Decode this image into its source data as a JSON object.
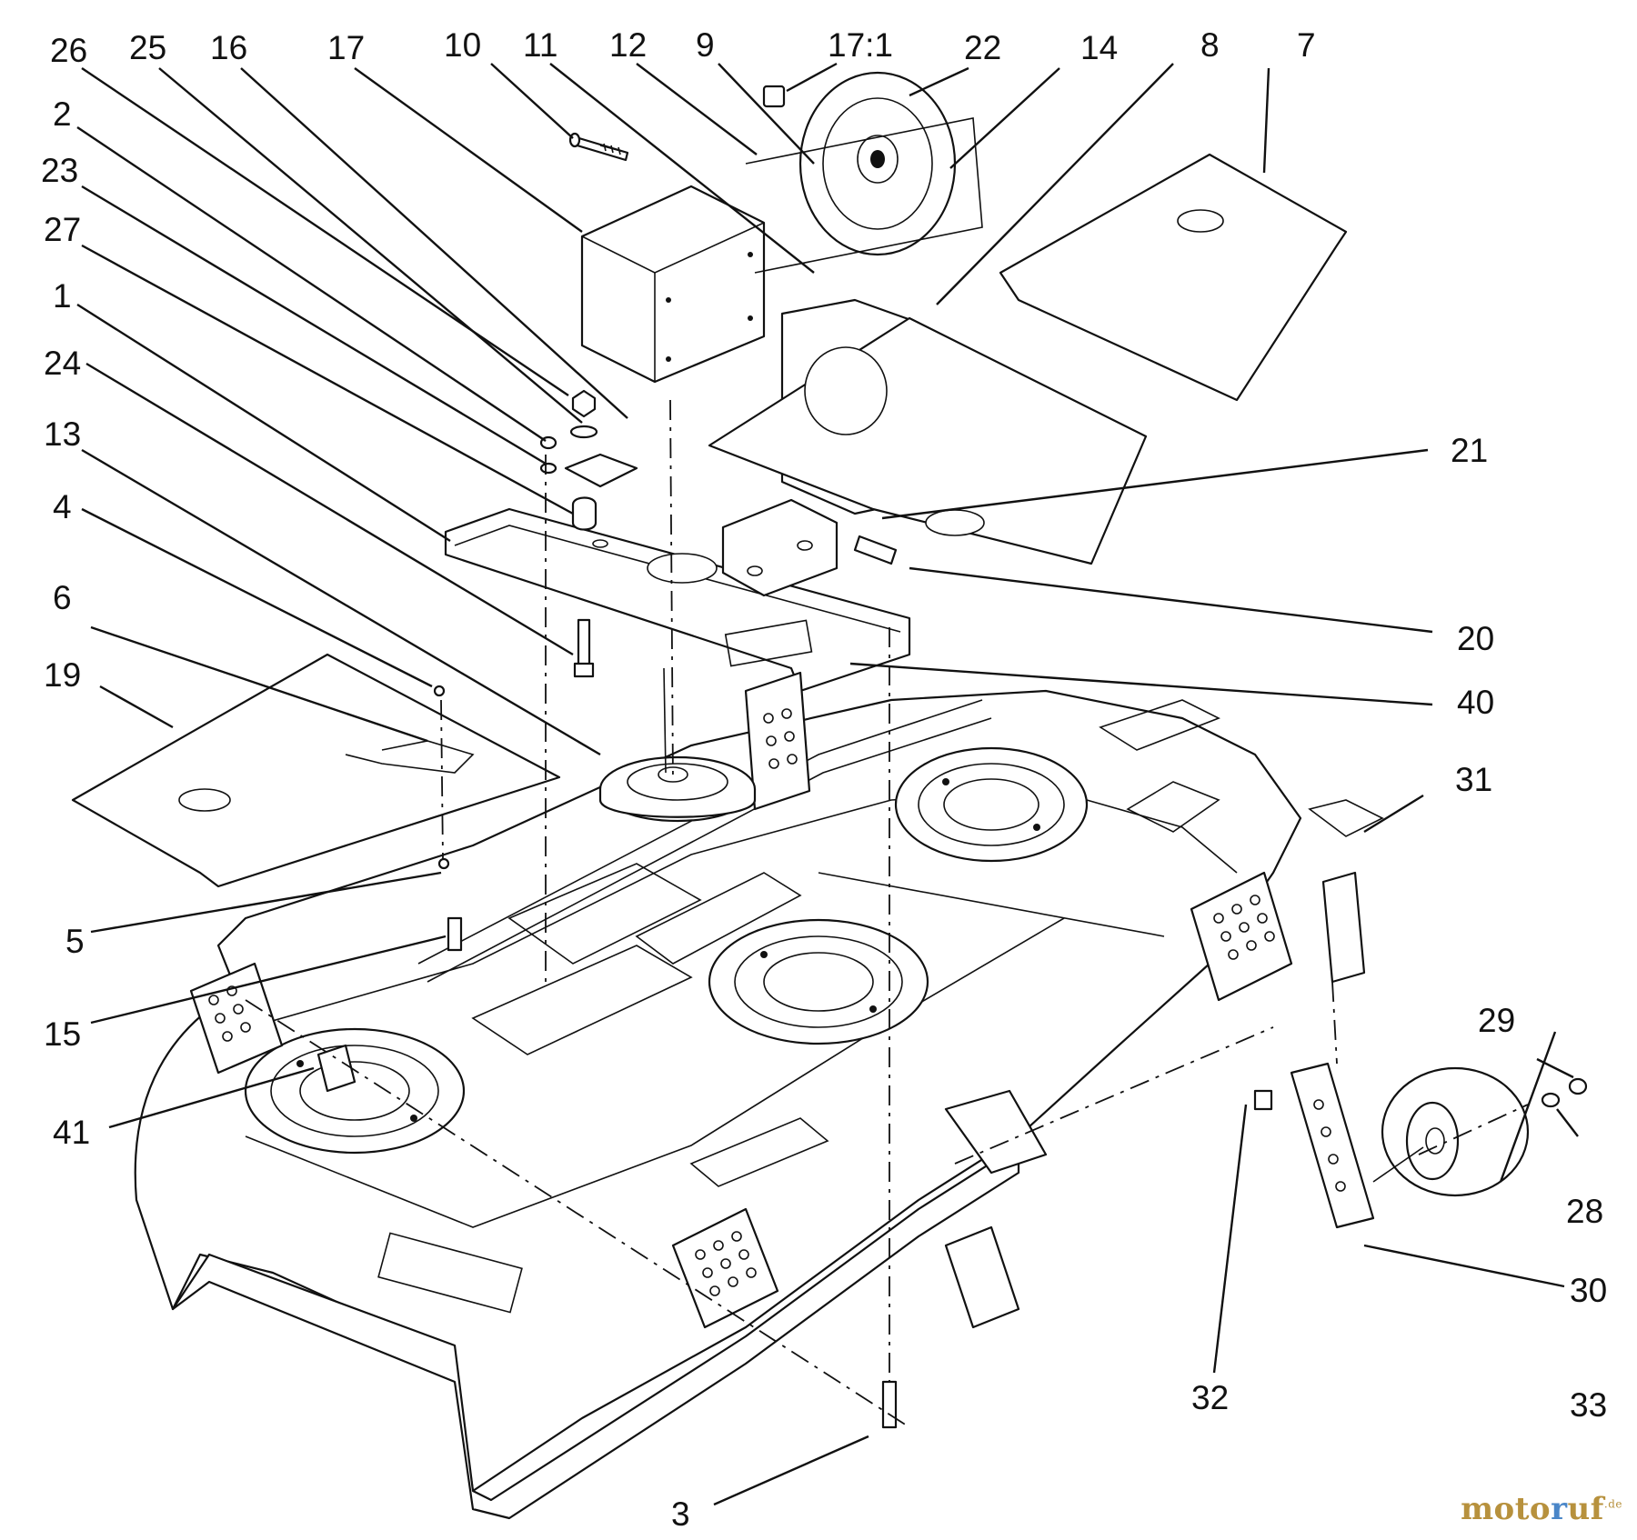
{
  "callouts": {
    "c1": "1",
    "c2": "2",
    "c3": "3",
    "c4": "4",
    "c5": "5",
    "c6": "6",
    "c7": "7",
    "c8": "8",
    "c9": "9",
    "c10": "10",
    "c11": "11",
    "c12": "12",
    "c13": "13",
    "c14": "14",
    "c15": "15",
    "c16": "16",
    "c17": "17",
    "c17_1": "17:1",
    "c19": "19",
    "c20": "20",
    "c21": "21",
    "c22": "22",
    "c23": "23",
    "c24": "24",
    "c25": "25",
    "c26": "26",
    "c27": "27",
    "c28": "28",
    "c29": "29",
    "c30": "30",
    "c31": "31",
    "c32": "32",
    "c33": "33",
    "c40": "40",
    "c41": "41"
  },
  "watermark": {
    "text_a": "moto",
    "text_b": "r",
    "text_c": "uf",
    "suffix": ".de"
  }
}
